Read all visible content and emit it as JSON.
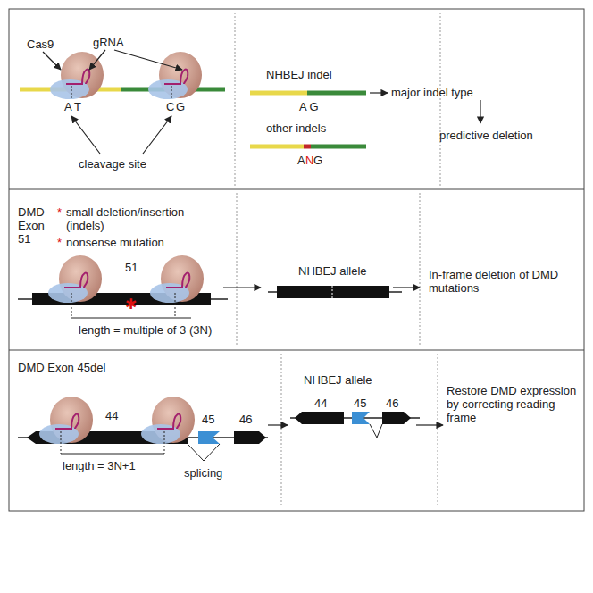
{
  "diagram": {
    "labels": [
      "Cas9",
      "gRNA",
      "A",
      "T",
      "C",
      "G",
      "cleavage site",
      "NHBEJ indel",
      "A G",
      "major indel type",
      "other indels",
      "A",
      "N",
      "G",
      "predictive deletion",
      "DMD Exon 51",
      "*",
      "small deletion/insertion (indels)",
      "*",
      "nonsense mutation",
      "51",
      "length = multiple of 3 (3N)",
      "NHBEJ allele",
      "In-frame deletion of DMD mutations",
      "DMD Exon 45del",
      "44",
      "45",
      "46",
      "length = 3N+1",
      "splicing",
      "NHBEJ allele",
      "44",
      "45",
      "46",
      "Restore DMD expression by correcting reading frame"
    ]
  }
}
